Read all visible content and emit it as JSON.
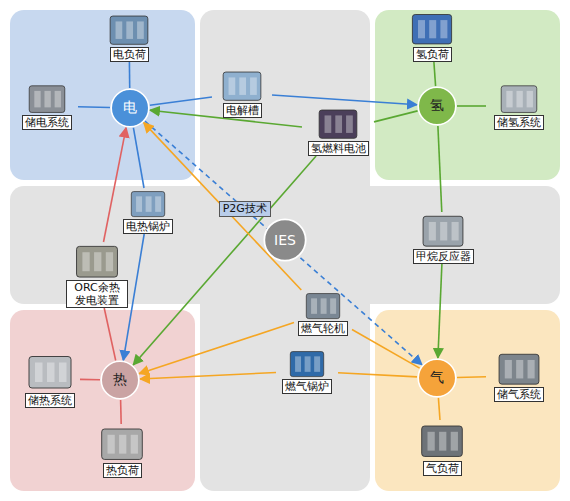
{
  "diagram": {
    "nodes": [
      {
        "text": [
          "电负荷"
        ]
      },
      {
        "text": [
          "储电系统"
        ]
      },
      {
        "text": [
          "电"
        ]
      },
      {
        "text": [
          "电解槽"
        ]
      },
      {
        "text": [
          "氢负荷"
        ]
      },
      {
        "text": [
          "氢"
        ]
      },
      {
        "text": [
          "储氢系统"
        ]
      },
      {
        "text": [
          "氢燃料电池"
        ]
      },
      {
        "text": [
          "电热锅炉"
        ]
      },
      {
        "text": [
          "IES"
        ]
      },
      {
        "text": [
          "ORC余热 发电装置"
        ]
      },
      {
        "text": [
          "甲烷反应器"
        ]
      },
      {
        "text": [
          "燃气轮机"
        ]
      },
      {
        "text": [
          "燃气锅炉"
        ]
      },
      {
        "text": [
          "储热系统"
        ]
      },
      {
        "text": [
          "热"
        ]
      },
      {
        "text": [
          "气"
        ]
      },
      {
        "text": [
          "储气系统"
        ]
      },
      {
        "text": [
          "热负荷"
        ]
      },
      {
        "text": [
          "气负荷"
        ]
      }
    ],
    "edges": [
      {
        "from": 0,
        "to": 2,
        "arrow": "none"
      },
      {
        "from": 1,
        "to": 2,
        "arrow": "none"
      },
      {
        "from": 2,
        "to": 3,
        "arrow": "none"
      },
      {
        "from": 3,
        "to": 5,
        "arrow": "to"
      },
      {
        "from": 5,
        "to": 7,
        "arrow": "none"
      },
      {
        "from": 7,
        "to": 2,
        "arrow": "to"
      },
      {
        "from": 4,
        "to": 5,
        "arrow": "none"
      },
      {
        "from": 6,
        "to": 5,
        "arrow": "none"
      },
      {
        "from": 2,
        "to": 8,
        "arrow": "none"
      },
      {
        "from": 8,
        "to": 15,
        "arrow": "to"
      },
      {
        "from": 15,
        "to": 10,
        "arrow": "none"
      },
      {
        "from": 10,
        "to": 2,
        "arrow": "to"
      },
      {
        "from": 2,
        "to": 16,
        "label": "P2G技术",
        "arrow": "to"
      },
      {
        "from": 7,
        "to": 15,
        "arrow": "to"
      },
      {
        "from": 16,
        "to": 12,
        "arrow": "none"
      },
      {
        "from": 12,
        "to": 2,
        "arrow": "to"
      },
      {
        "from": 12,
        "to": 15,
        "arrow": "to"
      },
      {
        "from": 16,
        "to": 13,
        "arrow": "none"
      },
      {
        "from": 13,
        "to": 15,
        "arrow": "to"
      },
      {
        "from": 5,
        "to": 11,
        "arrow": "none"
      },
      {
        "from": 11,
        "to": 16,
        "arrow": "to"
      },
      {
        "from": 14,
        "to": 15,
        "arrow": "none"
      },
      {
        "from": 18,
        "to": 15,
        "arrow": "none"
      },
      {
        "from": 17,
        "to": 16,
        "arrow": "none"
      },
      {
        "from": 19,
        "to": 16,
        "arrow": "none"
      }
    ]
  }
}
